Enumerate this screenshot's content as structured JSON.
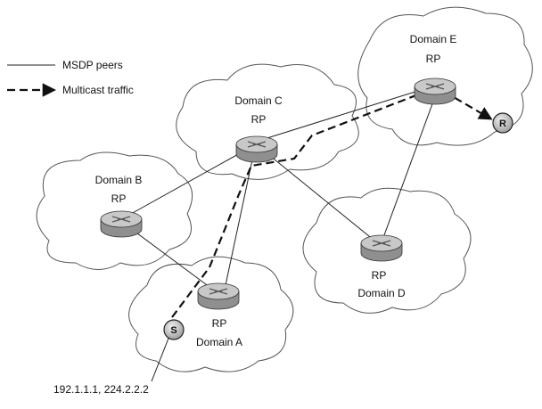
{
  "legend": {
    "msdp_peers": "MSDP peers",
    "multicast_traffic": "Multicast traffic"
  },
  "domains": {
    "a": {
      "name": "Domain A",
      "rp": "RP"
    },
    "b": {
      "name": "Domain B",
      "rp": "RP"
    },
    "c": {
      "name": "Domain C",
      "rp": "RP"
    },
    "d": {
      "name": "Domain D",
      "rp": "RP"
    },
    "e": {
      "name": "Domain E",
      "rp": "RP"
    }
  },
  "hosts": {
    "source": {
      "label": "S",
      "address": "192.1.1.1, 224.2.2.2"
    },
    "receiver": {
      "label": "R"
    }
  },
  "colors": {
    "router_body": "#8f8f8f",
    "router_top": "#c8c8c8",
    "cloud_stroke": "#555555",
    "host_fill": "#c9c9c9"
  }
}
